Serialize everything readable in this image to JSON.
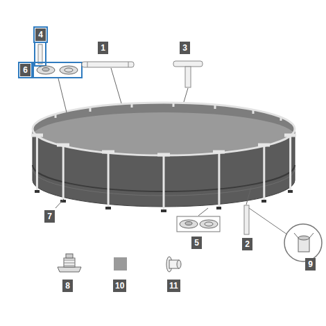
{
  "diagram": {
    "labels": [
      "4",
      "6",
      "1",
      "3",
      "7",
      "5",
      "2",
      "9",
      "8",
      "10",
      "11"
    ]
  }
}
